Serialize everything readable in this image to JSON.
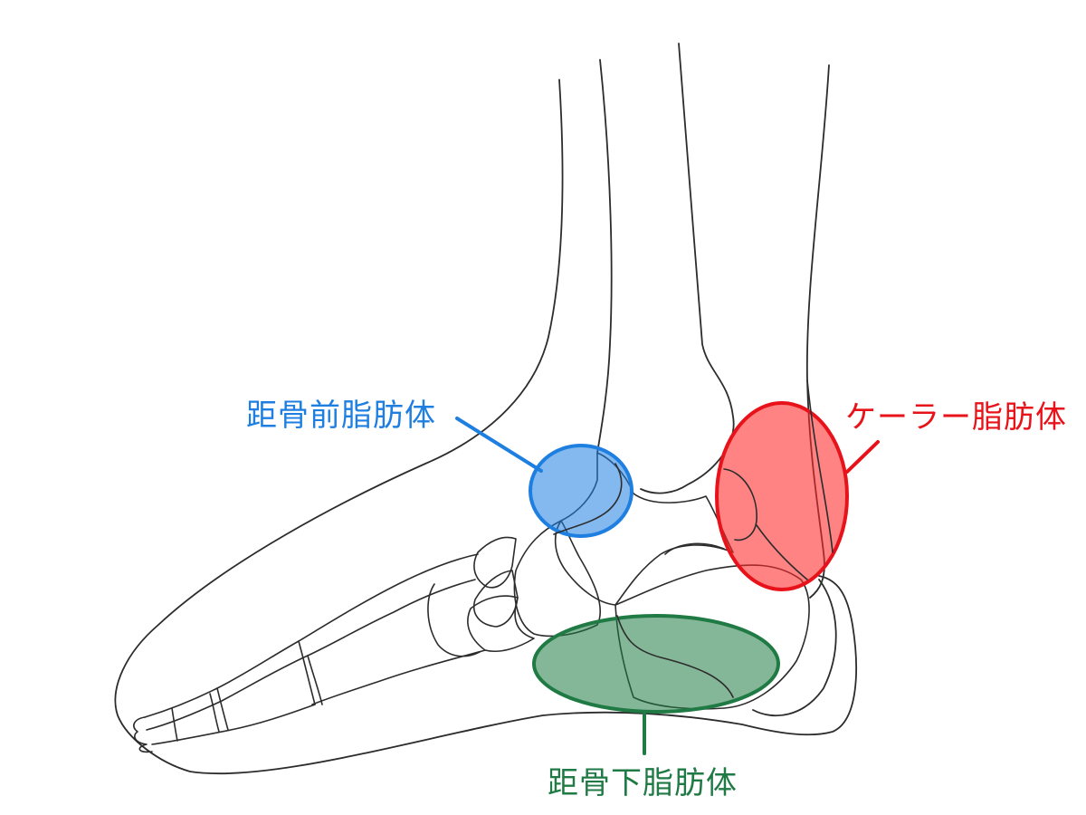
{
  "labels": {
    "anterior_talar_fat_pad": "距骨前脂肪体",
    "kager_fat_pad": "ケーラー脂肪体",
    "subtalar_fat_pad": "距骨下脂肪体"
  },
  "colors": {
    "anterior_talar_fat_pad": "#1e7fe0",
    "kager_fat_pad": "#e8131a",
    "subtalar_fat_pad": "#1f7a44",
    "outline": "#2c2c2c"
  }
}
